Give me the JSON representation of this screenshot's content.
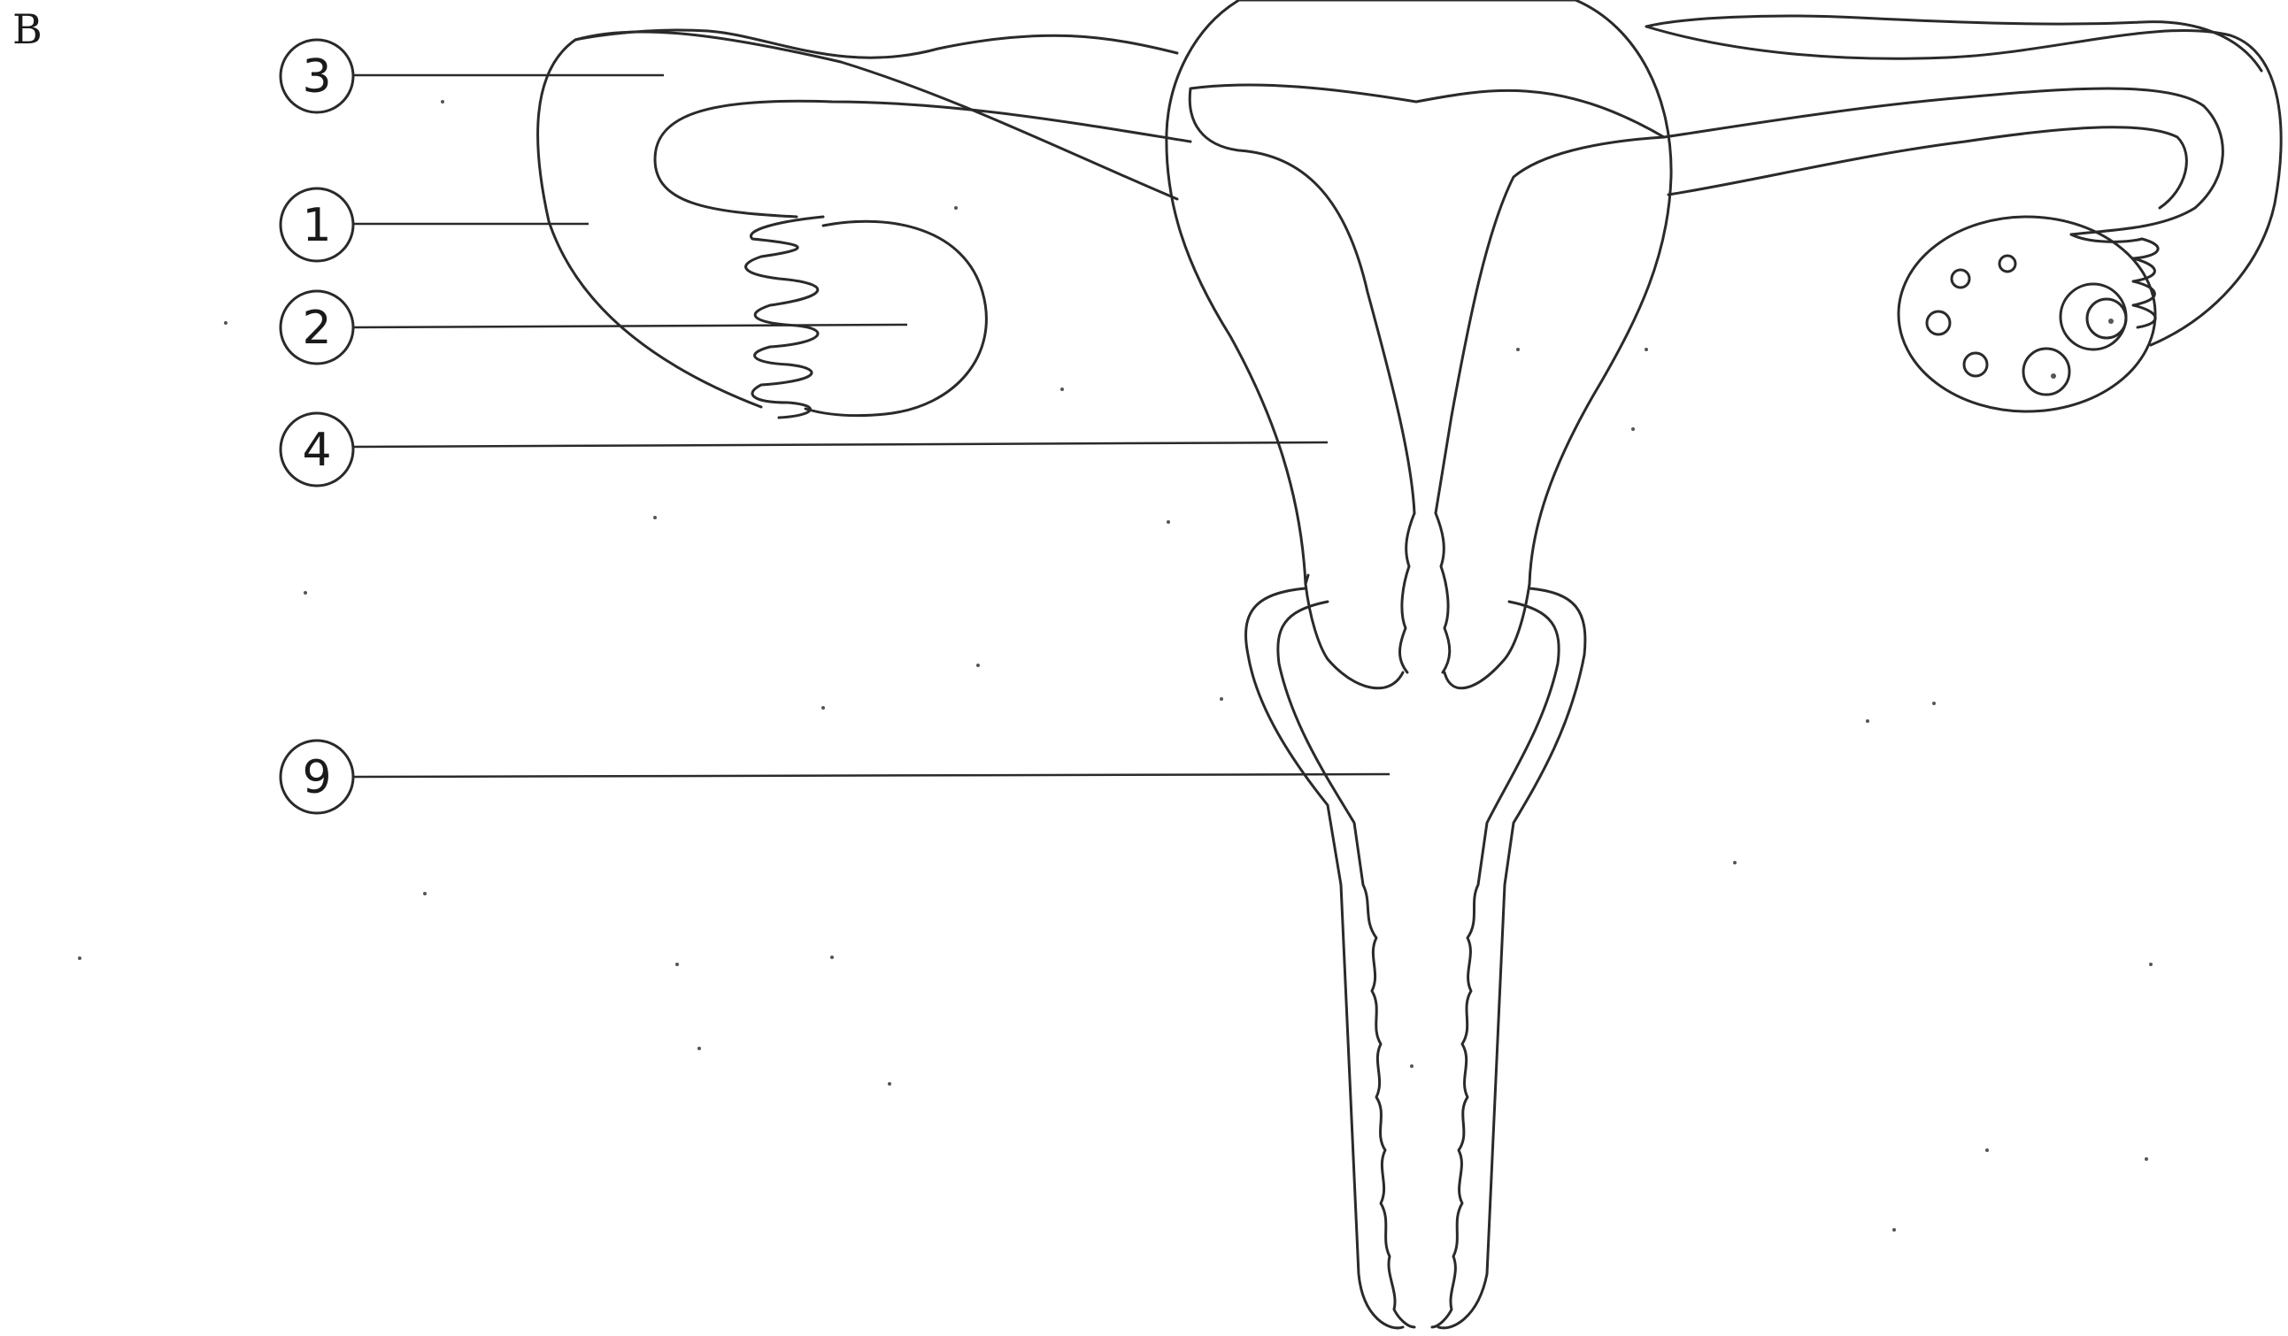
{
  "panel_letter": "B",
  "callouts": [
    {
      "id": "3",
      "label": "3"
    },
    {
      "id": "1",
      "label": "1"
    },
    {
      "id": "2",
      "label": "2"
    },
    {
      "id": "4",
      "label": "4"
    },
    {
      "id": "9",
      "label": "9"
    }
  ]
}
